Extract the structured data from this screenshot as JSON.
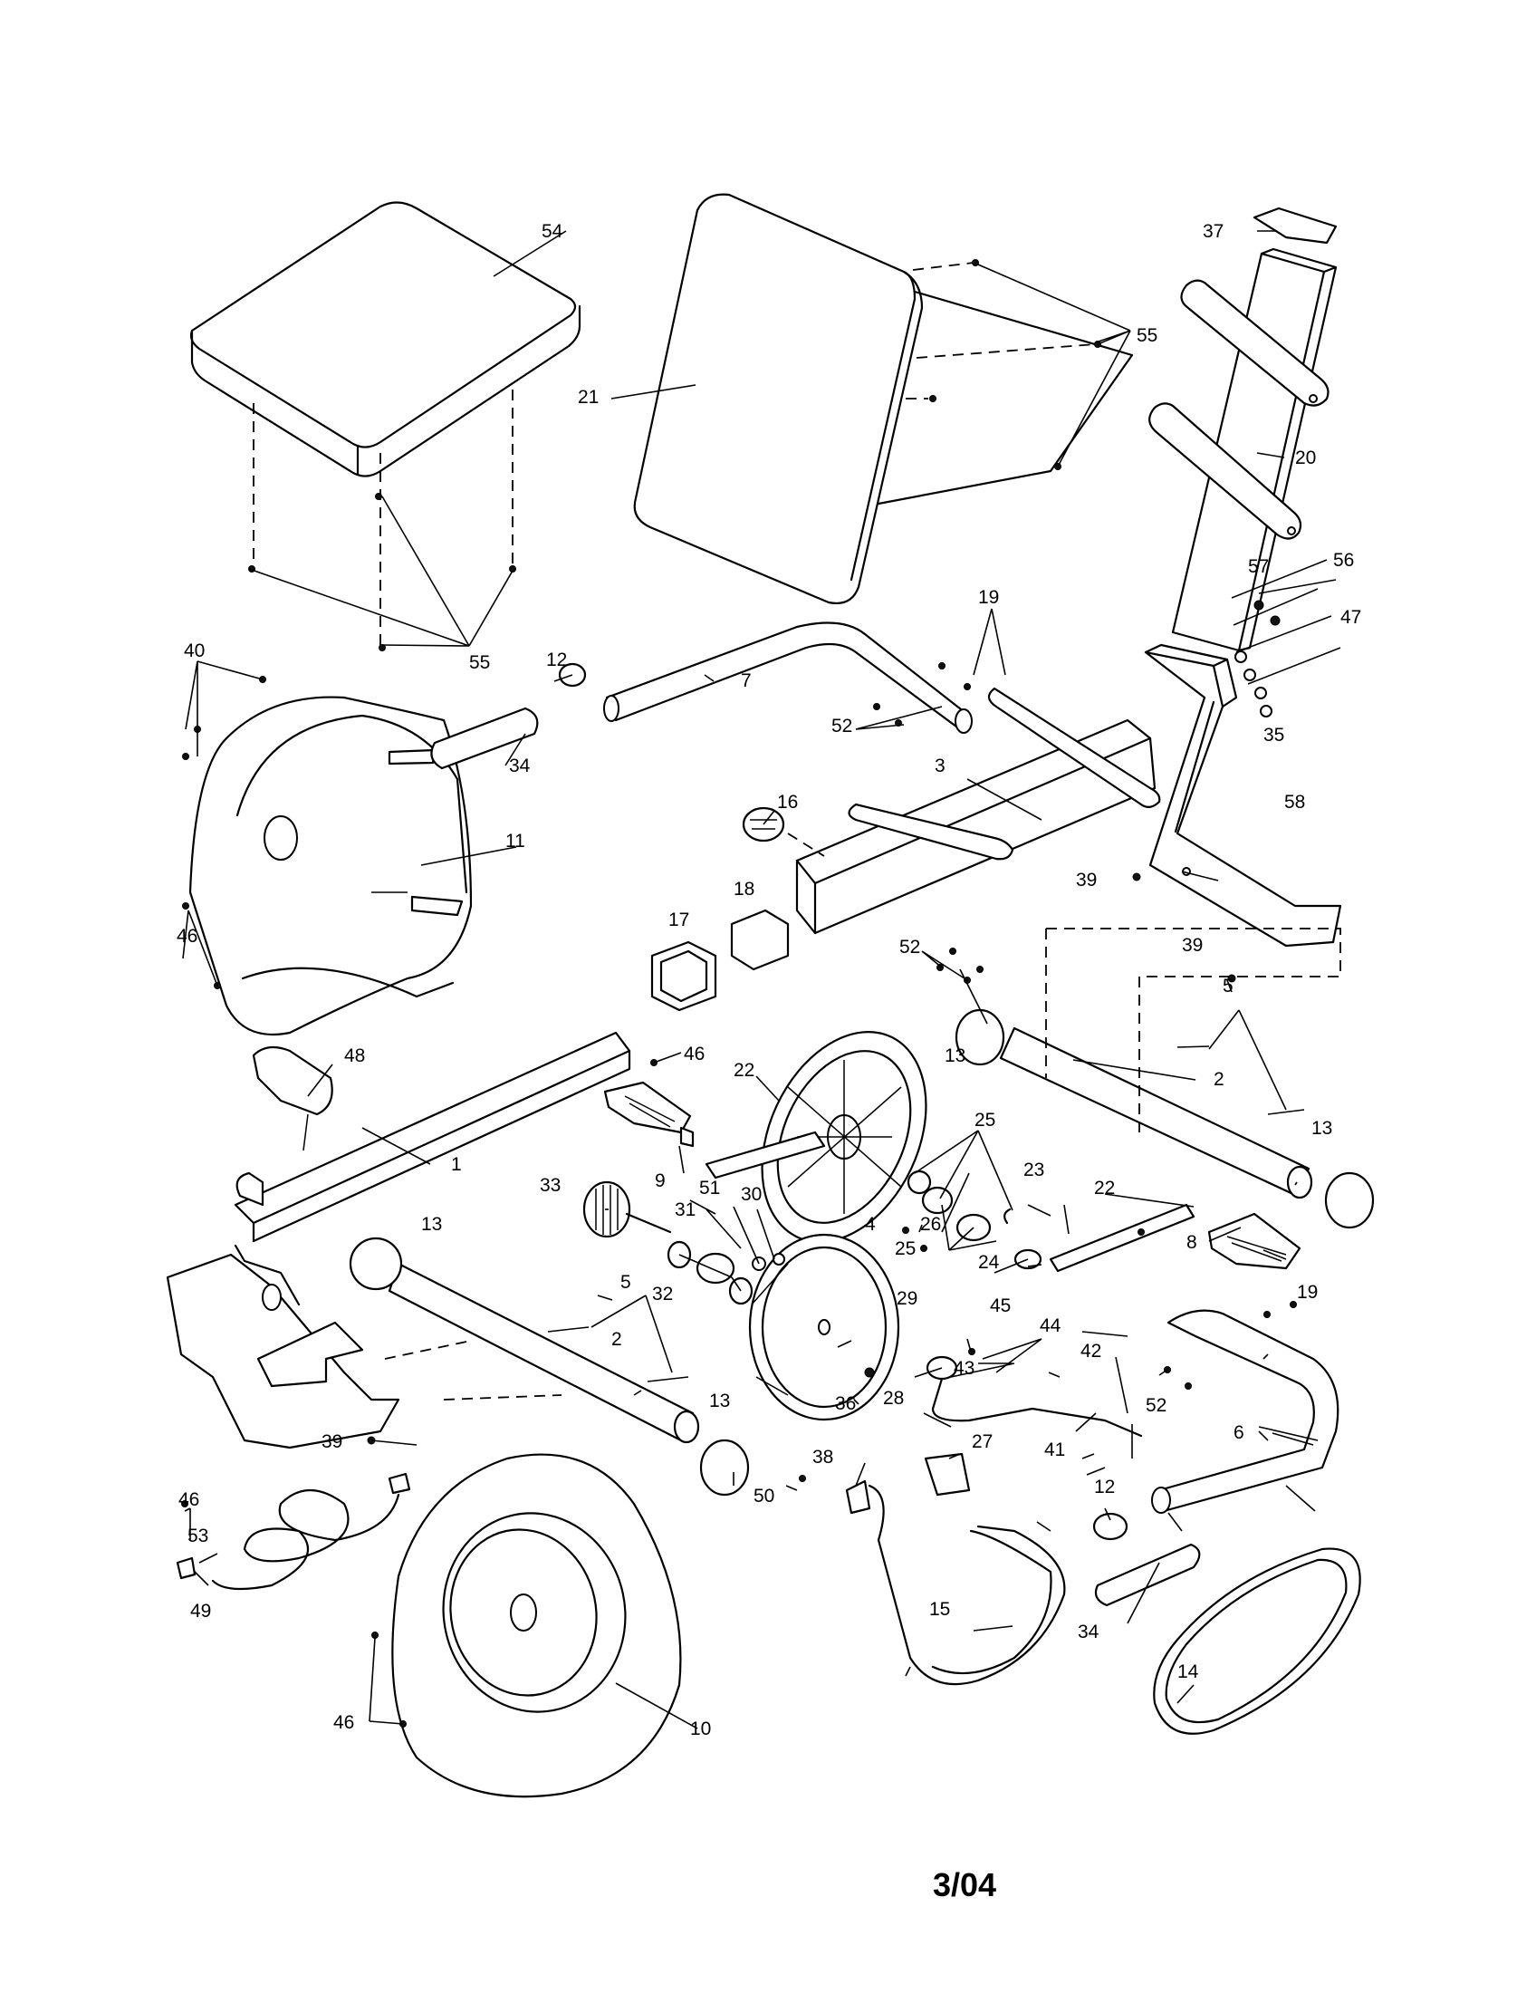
{
  "labels": {
    "n1": "1",
    "n2a": "2",
    "n2b": "2",
    "n3": "3",
    "n4": "4",
    "n5a": "5",
    "n5b": "5",
    "n6": "6",
    "n7": "7",
    "n8": "8",
    "n9": "9",
    "n10": "10",
    "n11": "11",
    "n12a": "12",
    "n12b": "12",
    "n13a": "13",
    "n13b": "13",
    "n13c": "13",
    "n13d": "13",
    "n14": "14",
    "n15": "15",
    "n16": "16",
    "n17": "17",
    "n18": "18",
    "n19a": "19",
    "n19b": "19",
    "n20": "20",
    "n21": "21",
    "n22a": "22",
    "n22b": "22",
    "n23": "23",
    "n24": "24",
    "n25a": "25",
    "n25b": "25",
    "n26": "26",
    "n27": "27",
    "n28": "28",
    "n29": "29",
    "n30": "30",
    "n31": "31",
    "n32": "32",
    "n33": "33",
    "n34a": "34",
    "n34b": "34",
    "n35": "35",
    "n36": "36",
    "n37": "37",
    "n38": "38",
    "n39a": "39",
    "n39b": "39",
    "n39c": "39",
    "n40": "40",
    "n41": "41",
    "n42": "42",
    "n43": "43",
    "n44": "44",
    "n45": "45",
    "n46a": "46",
    "n46b": "46",
    "n46c": "46",
    "n46d": "46",
    "n47": "47",
    "n48": "48",
    "n49": "49",
    "n50": "50",
    "n51": "51",
    "n52a": "52",
    "n52b": "52",
    "n52c": "52",
    "n53": "53",
    "n54": "54",
    "n55a": "55",
    "n55b": "55",
    "n56": "56",
    "n57": "57",
    "n58": "58"
  },
  "footer": {
    "date_code": "3/04"
  }
}
